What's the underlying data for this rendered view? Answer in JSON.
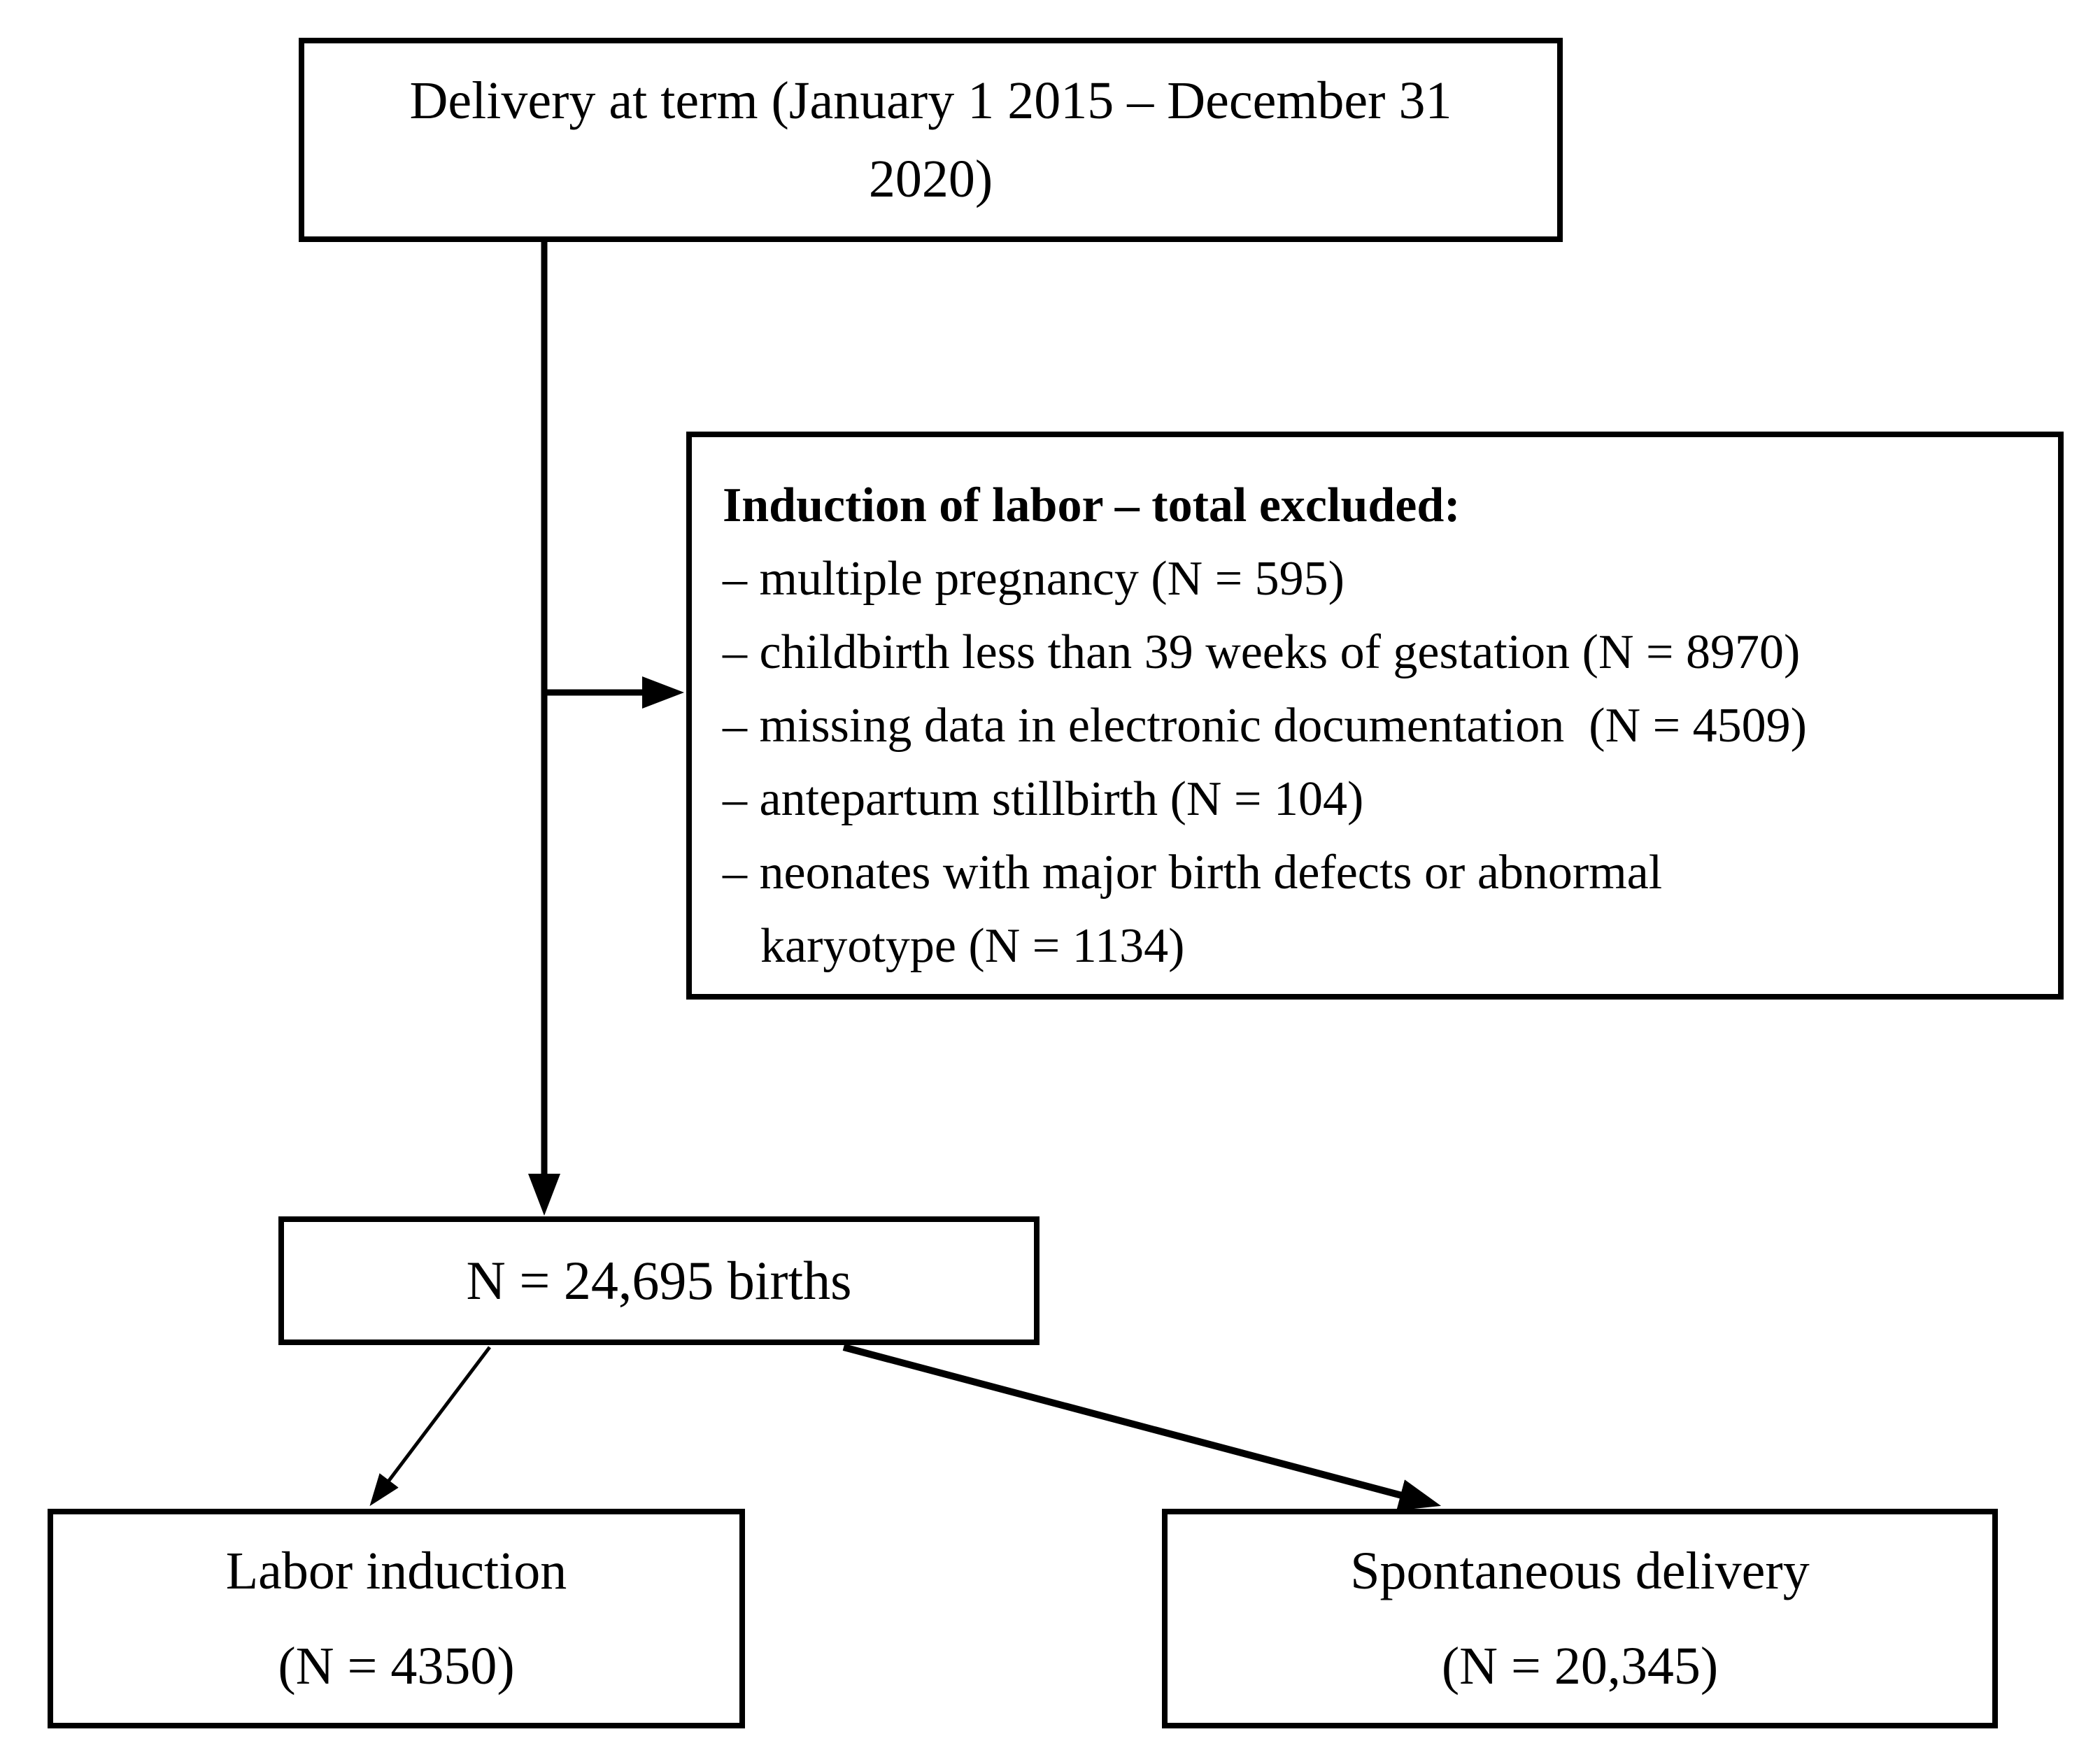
{
  "flowchart": {
    "colors": {
      "background": "#ffffff",
      "line": "#000000",
      "text": "#000000"
    },
    "top_box": {
      "text": "Delivery at term (January 1 2015 – December 31 2020)"
    },
    "excluded_box": {
      "title": "Induction of labor – total excluded:",
      "items": [
        "– multiple pregnancy (N = 595)",
        "– childbirth less than 39 weeks of gestation (N = 8970)",
        "– missing data in electronic documentation  (N = 4509)",
        "– antepartum stillbirth (N = 104)",
        "– neonates with major birth defects or abnormal karyotype (N = 1134)"
      ]
    },
    "total_box": {
      "text": "N = 24,695 births"
    },
    "labor_induction_box": {
      "title": "Labor induction",
      "n": "(N = 4350)"
    },
    "spontaneous_delivery_box": {
      "title": "Spontaneous delivery",
      "n": "(N = 20,345)"
    }
  }
}
